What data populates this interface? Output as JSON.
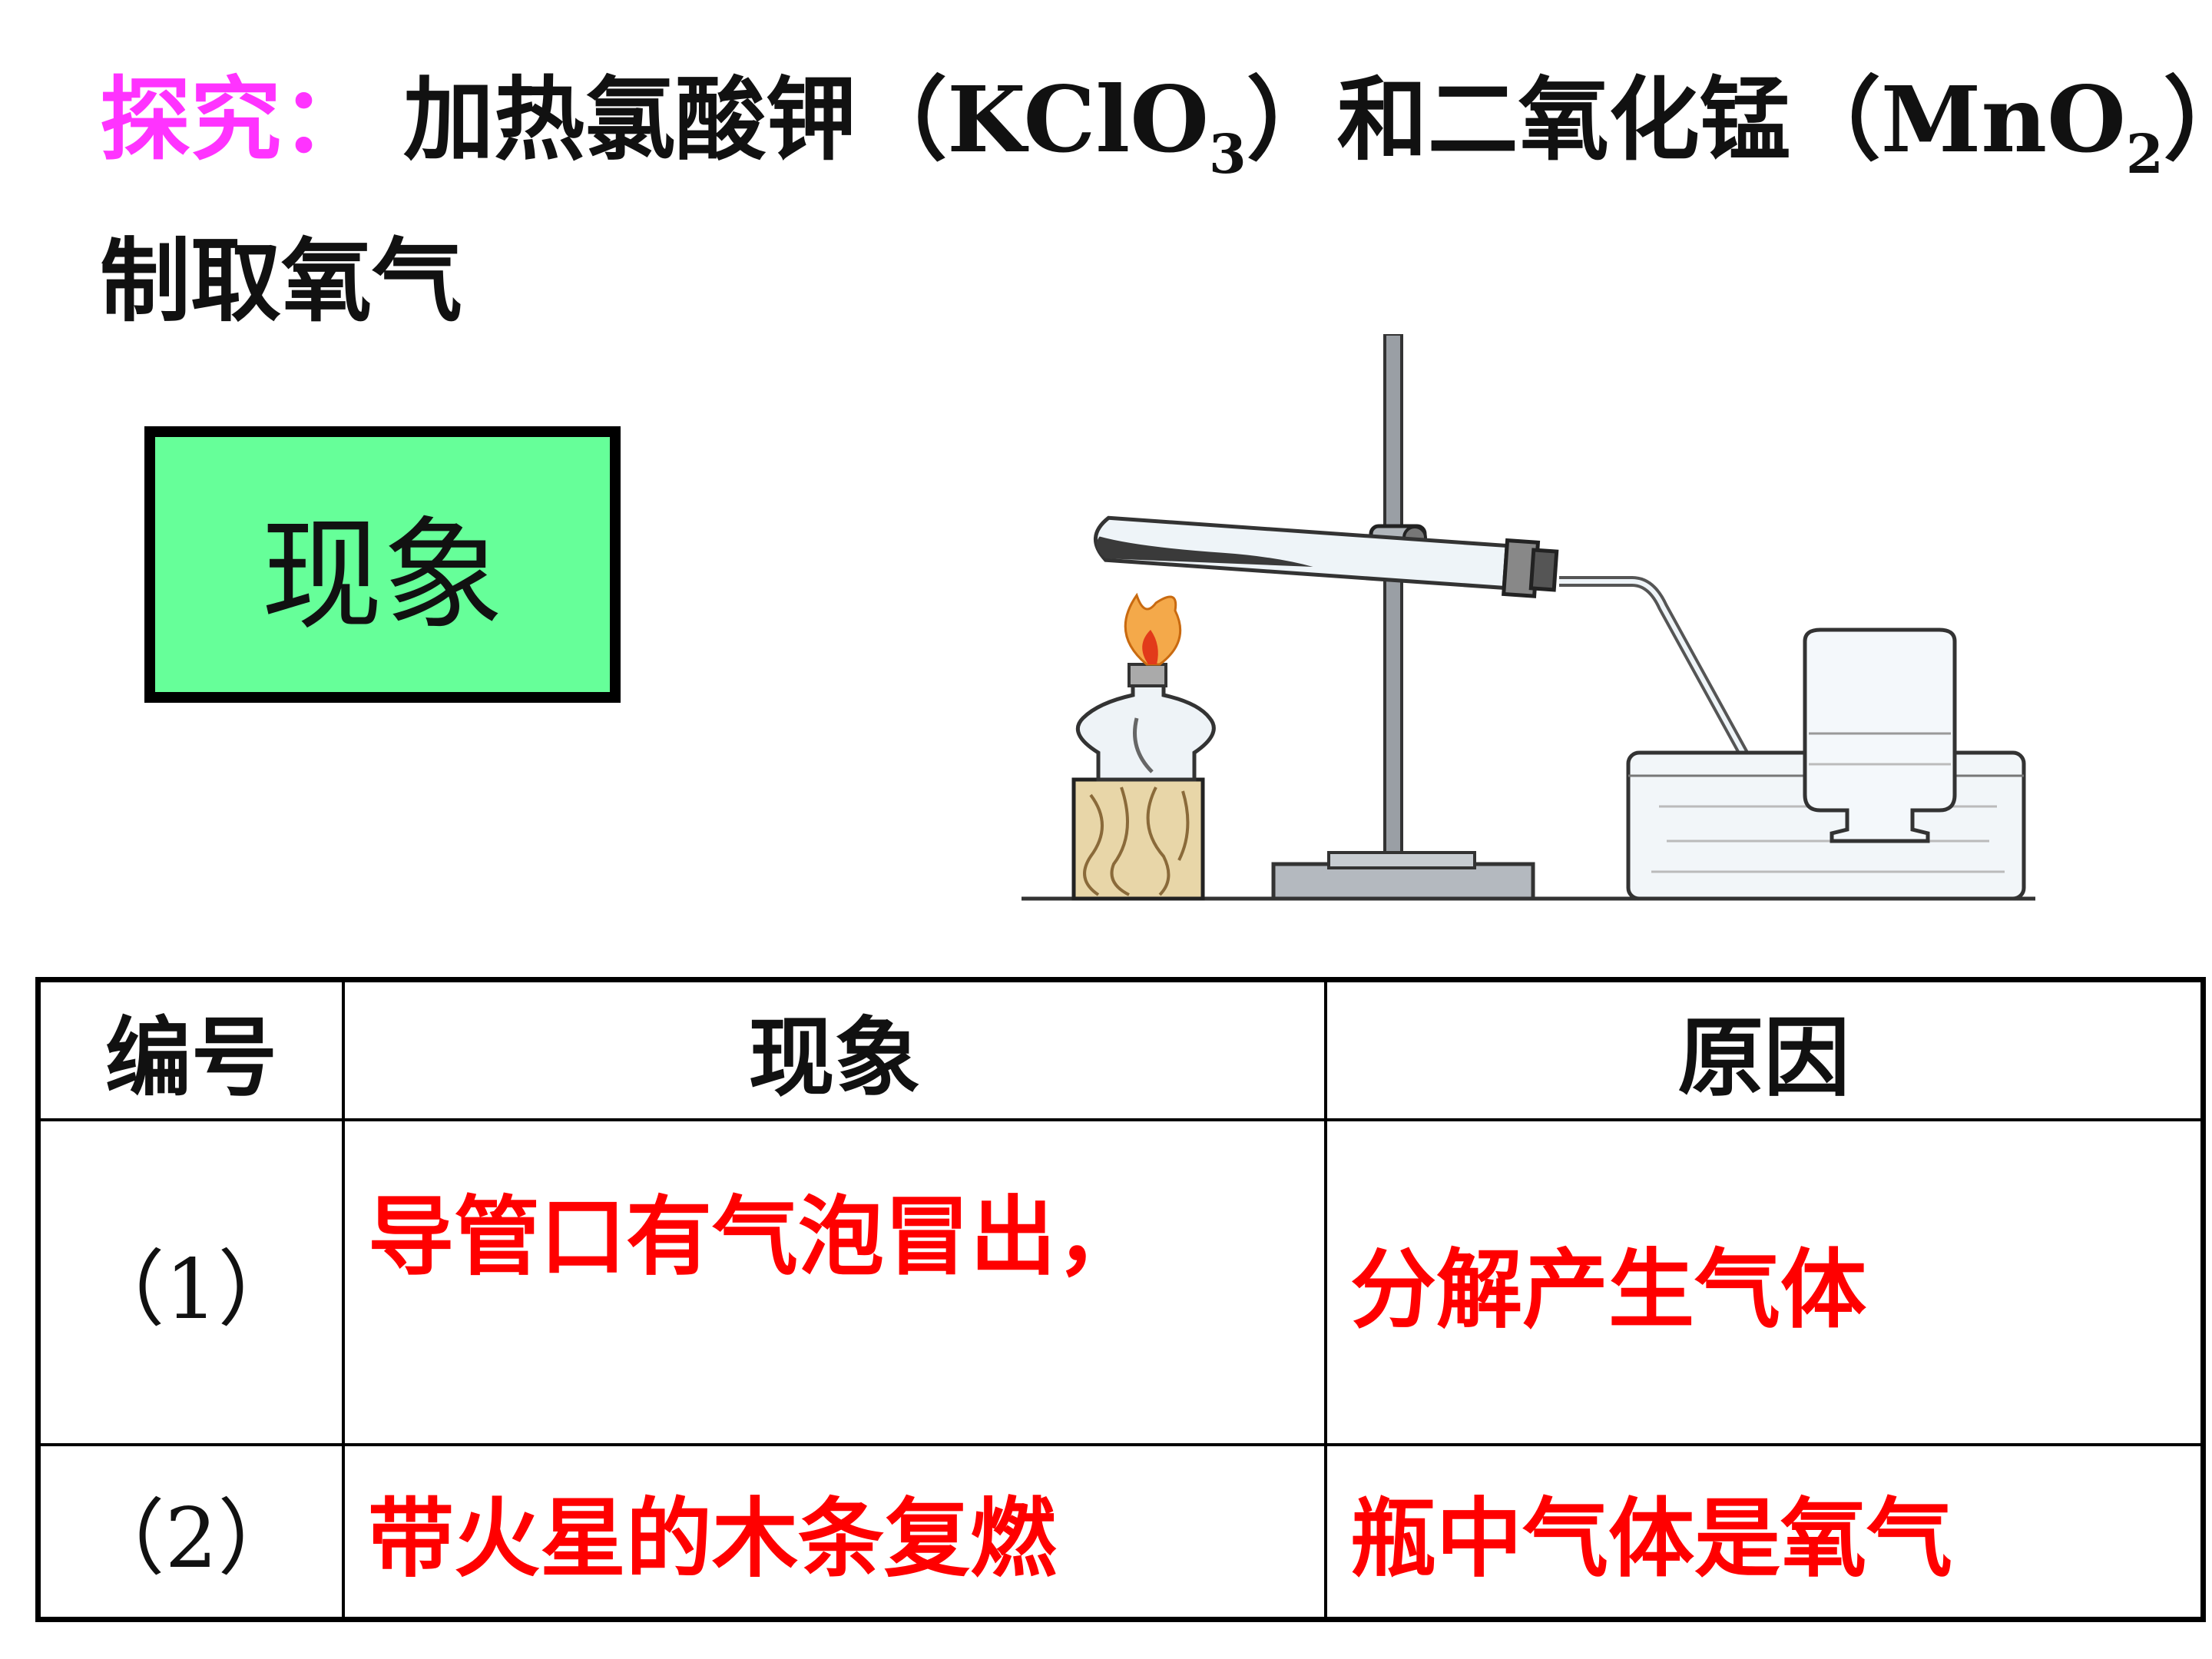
{
  "title": {
    "label": "探究：",
    "main_pre": "加热氯酸钾（KClO",
    "sub1": "3",
    "main_mid": "）和二氧化锰（MnO",
    "sub2": "2",
    "main_end": "）",
    "line2": "制取氧气"
  },
  "green_box": "现象",
  "table": {
    "headers": [
      "编号",
      "现象",
      "原因"
    ],
    "rows": [
      {
        "num": "（1）",
        "phenomenon": "导管口有气泡冒出，",
        "reason": "分解产生气体"
      },
      {
        "num": "（2）",
        "phenomenon": "带火星的木条复燃",
        "reason": "瓶中气体是氧气"
      }
    ]
  }
}
